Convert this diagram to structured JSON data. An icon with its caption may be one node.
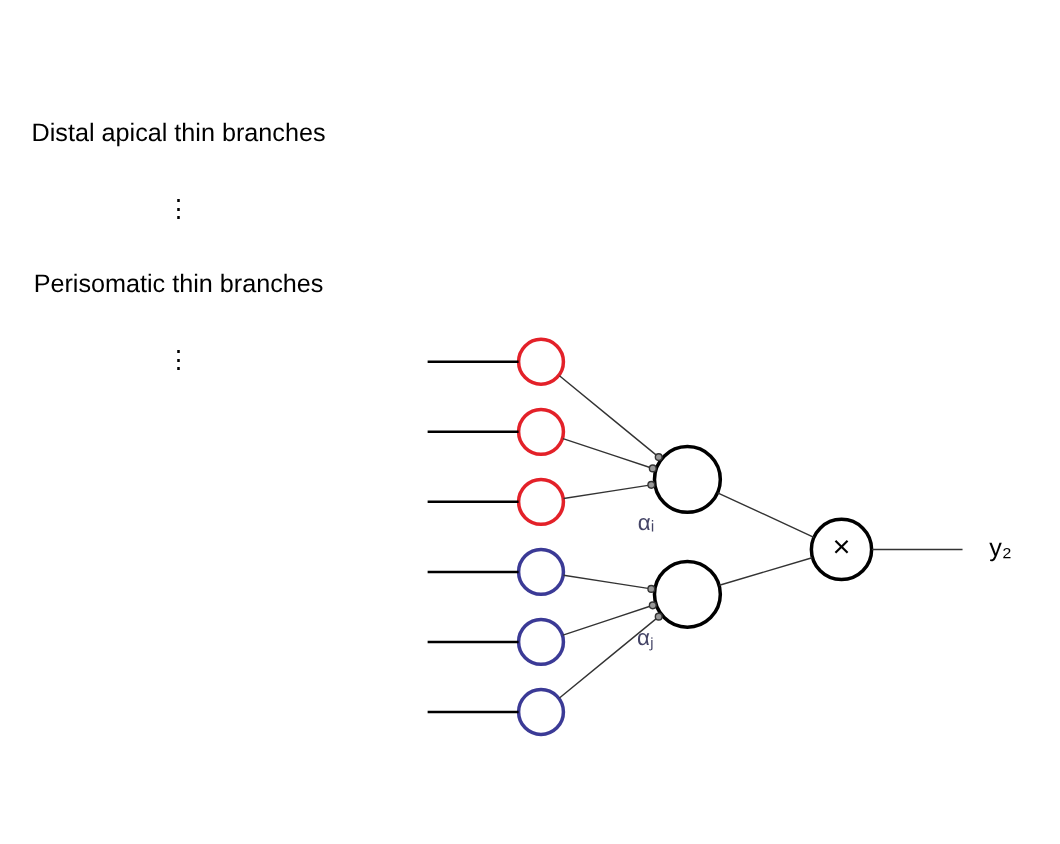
{
  "diagram": {
    "nodes": [
      {
        "text": [],
        "shape": "circle"
      },
      {
        "text": [],
        "shape": "circle"
      },
      {
        "text": [],
        "shape": "circle"
      },
      {
        "text": [],
        "shape": "circle",
        "beside": [
          "αᵢ"
        ]
      },
      {
        "text": [],
        "shape": "circle"
      },
      {
        "text": [],
        "shape": "circle"
      },
      {
        "text": [],
        "shape": "circle"
      },
      {
        "text": [],
        "shape": "circle",
        "beside": [
          "αⱼ"
        ]
      },
      {
        "text": [
          "×"
        ]
      },
      {
        "text": [
          "y₂"
        ]
      }
    ],
    "edges": [
      {
        "from": null,
        "to": 0,
        "arrow": "none"
      },
      {
        "from": null,
        "to": 1,
        "arrow": "none"
      },
      {
        "from": null,
        "to": 2,
        "arrow": "none"
      },
      {
        "from": 0,
        "to": 3,
        "arrow": "other"
      },
      {
        "from": 1,
        "to": 3,
        "arrow": "other"
      },
      {
        "from": 2,
        "to": 3,
        "arrow": "other"
      },
      {
        "from": null,
        "to": 4,
        "arrow": "none"
      },
      {
        "from": null,
        "to": 5,
        "arrow": "none"
      },
      {
        "from": null,
        "to": 6,
        "arrow": "none"
      },
      {
        "from": 4,
        "to": 7,
        "arrow": "other"
      },
      {
        "from": 5,
        "to": 7,
        "arrow": "other"
      },
      {
        "from": 6,
        "to": 7,
        "arrow": "other"
      },
      {
        "from": 3,
        "to": 8,
        "arrow": "none"
      },
      {
        "from": 7,
        "to": 8,
        "arrow": "none"
      },
      {
        "from": 8,
        "to": 9,
        "arrow": "none"
      }
    ],
    "labels": [
      "Distal apical thin branches",
      "⋮",
      "Perisomatic thin branches",
      "⋮"
    ]
  }
}
